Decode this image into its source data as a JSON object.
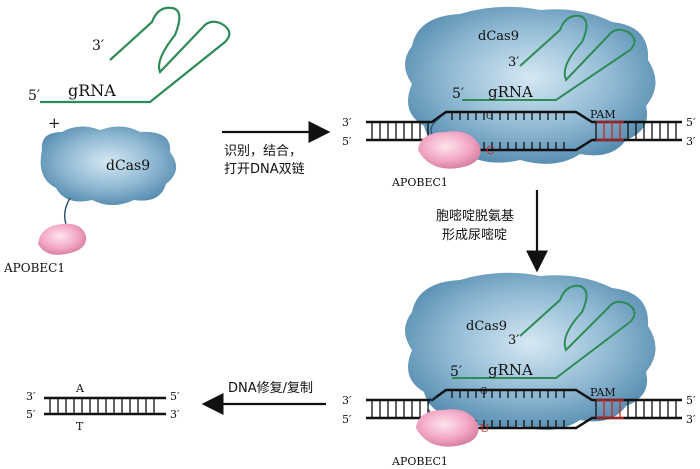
{
  "colors": {
    "cas9": "#8fb9d3",
    "cas9_dark": "#4f86ab",
    "grna": "#2e8b57",
    "apobec": "#f2a6c3",
    "pam": "#d62020",
    "dna": "#111111"
  },
  "icons": [
    "dcas9-blob",
    "apobec1-blob",
    "grna-hairpin",
    "dna-ladder",
    "arrow-right",
    "arrow-down",
    "arrow-left"
  ],
  "panel_a": {
    "grna_label": "gRNA",
    "end_3": "3′",
    "end_5": "5′",
    "plus": "+",
    "cas9_label": "dCas9",
    "apobec_label": "APOBEC1"
  },
  "arrow_bind": {
    "line1": "识别，结合，",
    "line2": "打开DNA双链"
  },
  "panel_b": {
    "cas9_label": "dCas9",
    "grna_label": "gRNA",
    "end_3": "3′",
    "end_5": "5′",
    "base_g": "G",
    "base_c": "C",
    "pam_label": "PAM",
    "apobec_label": "APOBEC1",
    "left_top": "3′",
    "left_bottom": "5′",
    "right_top": "5′",
    "right_bottom": "3′"
  },
  "arrow_deaminate": {
    "line1": "胞嘧啶脱氨基",
    "line2": "形成尿嘧啶"
  },
  "panel_c": {
    "cas9_label": "dCas9",
    "grna_label": "gRNA",
    "end_3": "3′",
    "end_5": "5′",
    "base_g": "G",
    "base_u": "U",
    "pam_label": "PAM",
    "apobec_label": "APOBEC1",
    "left_top": "3′",
    "left_bottom": "5′",
    "right_top": "5′",
    "right_bottom": "3′"
  },
  "arrow_repair": {
    "label": "DNA修复/复制"
  },
  "panel_d": {
    "base_top": "A",
    "base_bottom": "T",
    "left_top": "3′",
    "left_bottom": "5′",
    "right_top": "5′",
    "right_bottom": "3′"
  }
}
